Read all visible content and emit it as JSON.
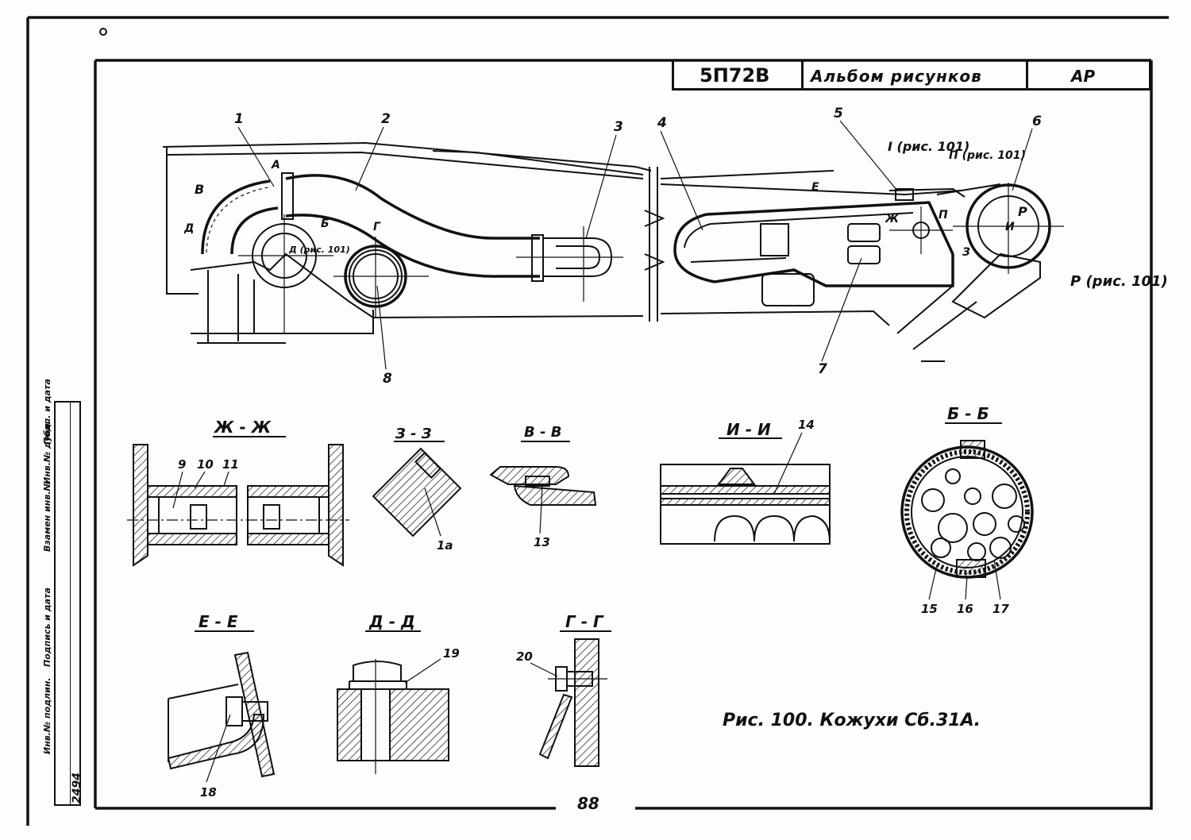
{
  "title_block": {
    "code": "5П72В",
    "album": "Альбом рисунков",
    "sheet": "АР"
  },
  "side_stamp": {
    "cells": [
      "Инв.№ подлин.",
      "Подпись и дата",
      "Взамен инв.№",
      "Инв.№ дубл.",
      "Подп. и дата"
    ],
    "inv_number": "2494"
  },
  "main_view": {
    "part_labels": [
      "1",
      "2",
      "3",
      "4",
      "5",
      "6",
      "7",
      "8"
    ],
    "refs": {
      "I": "I (рис. 101)",
      "P_upper": "П (рис. 101)",
      "R": "Р (рис. 101)",
      "D": "Д (рис. 101)"
    },
    "section_marks": [
      "А",
      "Б",
      "В",
      "Г",
      "Д",
      "Е",
      "Ж",
      "З",
      "И",
      "П",
      "Р"
    ]
  },
  "sections": {
    "zh": {
      "title": "Ж - Ж",
      "labels": [
        "9",
        "10",
        "11"
      ]
    },
    "z": {
      "title": "З - З",
      "labels": [
        "1а"
      ]
    },
    "v": {
      "title": "В - В",
      "labels": [
        "13"
      ]
    },
    "i": {
      "title": "И - И",
      "labels": [
        "14"
      ]
    },
    "b": {
      "title": "Б - Б",
      "labels": [
        "15",
        "16",
        "17"
      ]
    },
    "e": {
      "title": "Е - Е",
      "labels": [
        "18"
      ]
    },
    "d": {
      "title": "Д - Д",
      "labels": [
        "19"
      ]
    },
    "g": {
      "title": "Г - Г",
      "labels": [
        "20"
      ]
    }
  },
  "caption": "Рис. 100. Кожухи Сб.31А.",
  "page_number": "88"
}
